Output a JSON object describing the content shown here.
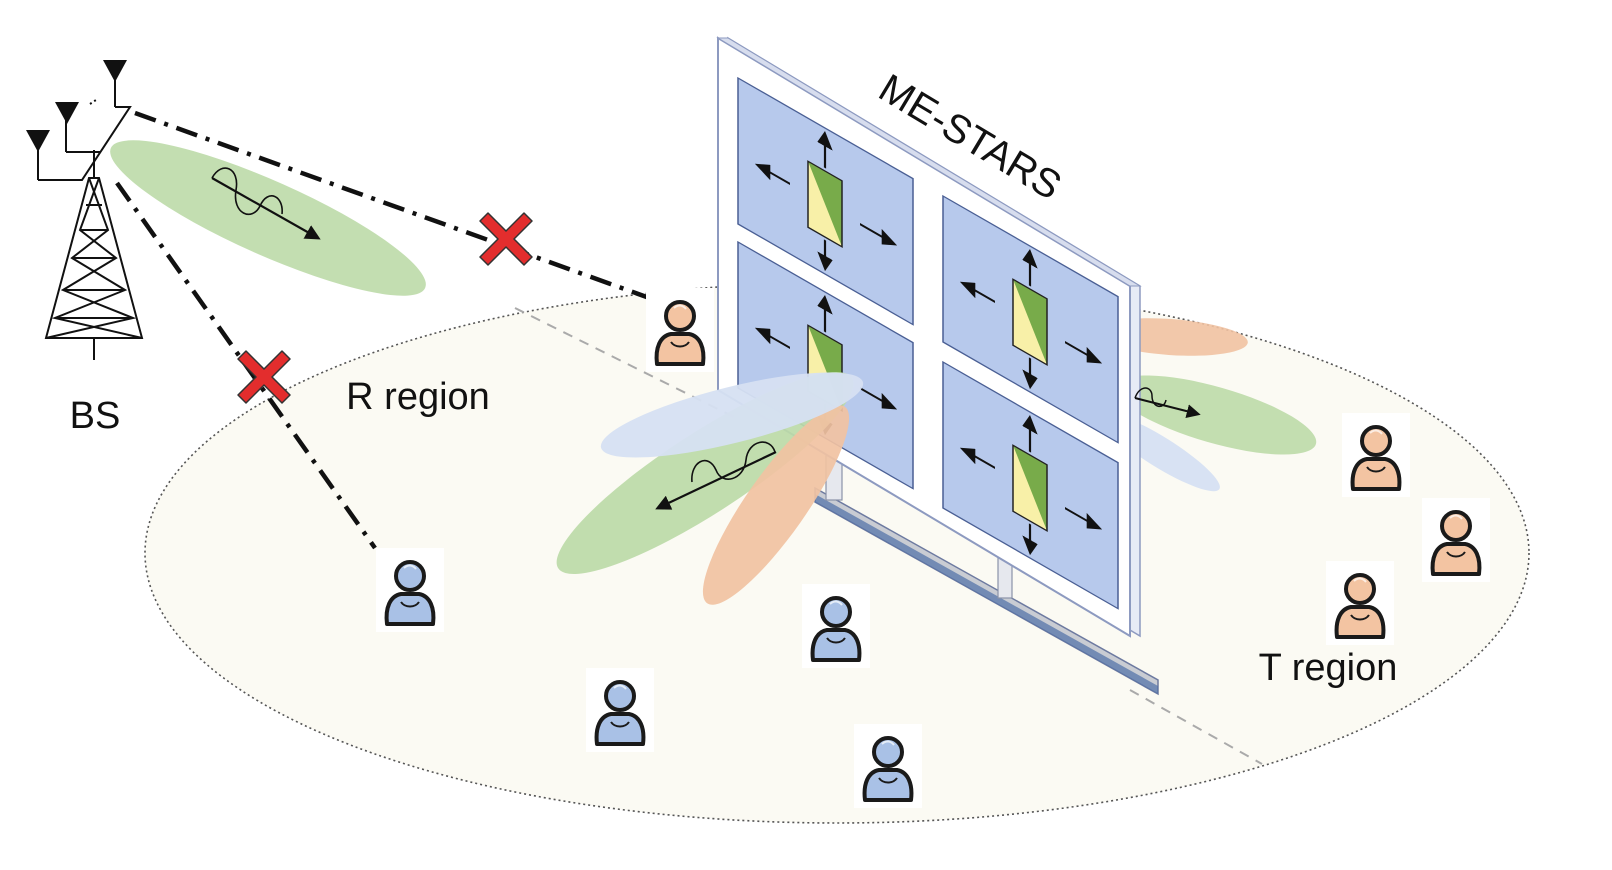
{
  "labels": {
    "bs": "BS",
    "r_region": "R region",
    "t_region": "T region",
    "surface": "ME-STARS"
  },
  "colors": {
    "ground": "#fbfaf3",
    "panel_face": "#ffffff",
    "panel_edge": "#9aa7c7",
    "element_bg": "#b7c9ec",
    "element_border": "#4a5f94",
    "element_green": "#78ab4a",
    "element_yellow": "#f8f0a8",
    "beam_green": "#bcdaa8",
    "beam_blue": "#d6e0f2",
    "beam_orange": "#f1c2a2",
    "user_r": "#a9c1e6",
    "user_t": "#f3c4a2",
    "block_mark": "#e32d2d"
  },
  "icons": {
    "user": "user-icon",
    "bs": "bs-tower-icon",
    "antenna": "antenna-icon",
    "block": "cross-icon",
    "wave": "wave-icon"
  }
}
